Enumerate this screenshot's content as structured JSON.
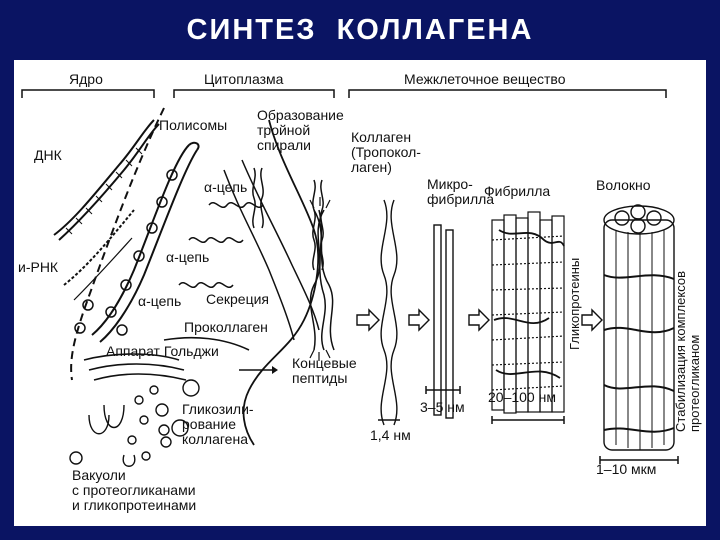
{
  "title": "СИНТЕЗ  КОЛЛАГЕНА",
  "colors": {
    "background": "#0a1463",
    "panel": "#ffffff",
    "ink": "#111111"
  },
  "diagram": {
    "sections": {
      "nucleus": "Ядро",
      "cytoplasm": "Цитоплазма",
      "extracellular": "Межклеточное вещество"
    },
    "labels": {
      "dna": "ДНК",
      "mrna": "и-РНК",
      "polysomes": "Полисомы",
      "triple_helix": "Образование\nтройной\nспирали",
      "collagen": "Коллаген\n(Тропокол-\nлаген)",
      "alpha_chain_1": "α-цепь",
      "alpha_chain_2": "α-цепь",
      "alpha_chain_3": "α-цепь",
      "secretion": "Секреция",
      "procollagen": "Проколлаген",
      "golgi": "Аппарат Гольджи",
      "end_peptides": "Концевые\nпептиды",
      "glycosylation": "Гликозили-\nрование\nколлагена",
      "vacuoles": "Вакуоли\nс протеогликанами\nи гликопротеинами",
      "microfibril": "Микро-\nфибрилла",
      "fibril": "Фибрилла",
      "fiber": "Волокно",
      "glycoproteins": "Гликопротеины",
      "stabilization": "Стабилизация комплексов\nпротеогликаном",
      "size_1": "1,4 нм",
      "size_2": "3–5 нм",
      "size_3": "20–100 нм",
      "size_4": "1–10 мкм"
    }
  }
}
